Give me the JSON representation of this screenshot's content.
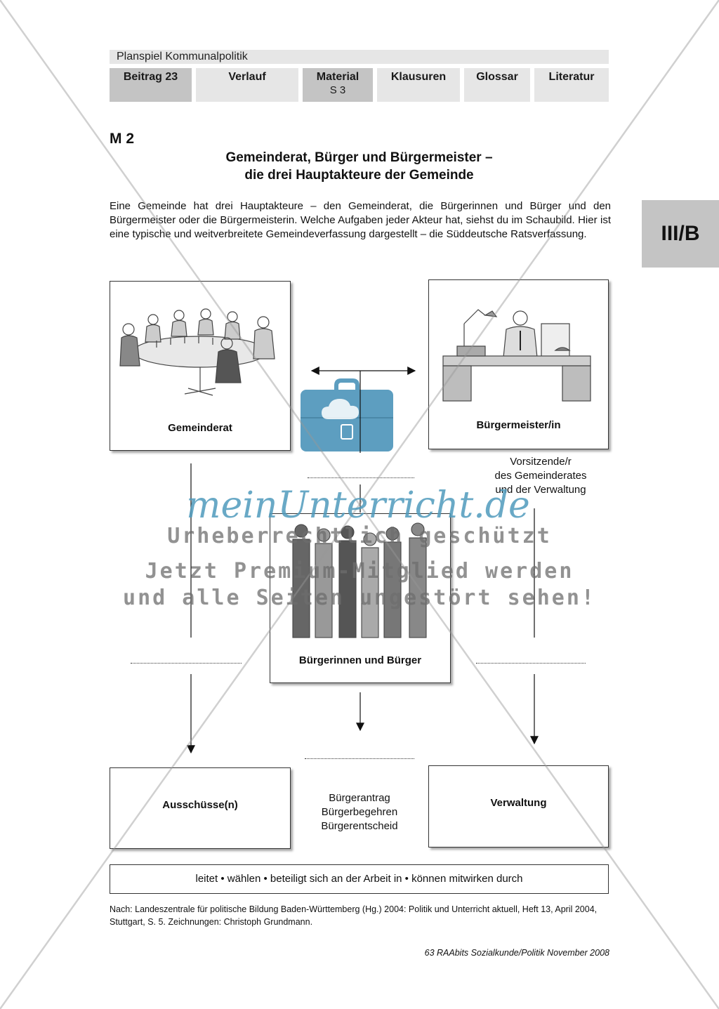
{
  "header": {
    "doc_title": "Planspiel Kommunalpolitik",
    "tabs": [
      {
        "label": "Beitrag 23",
        "sub": ""
      },
      {
        "label": "Verlauf",
        "sub": ""
      },
      {
        "label": "Material",
        "sub": "S 3"
      },
      {
        "label": "Klausuren",
        "sub": ""
      },
      {
        "label": "Glossar",
        "sub": ""
      },
      {
        "label": "Literatur",
        "sub": ""
      }
    ],
    "side_tab": "III/B"
  },
  "material": {
    "code": "M 2",
    "heading_line1": "Gemeinderat, Bürger und Bürgermeister –",
    "heading_line2": "die drei Hauptakteure der Gemeinde",
    "intro": "Eine Gemeinde hat drei Hauptakteure – den Gemeinderat, die Bürgerinnen und Bürger und den Bürgermeister oder die Bürgermeisterin. Welche Aufgaben jeder Akteur hat, siehst du im Schaubild. Hier ist eine typische und weitverbreitete Gemeindeverfassung dargestellt – die Süddeutsche Ratsverfassung."
  },
  "diagram": {
    "gemeinderat": "Gemeinderat",
    "buergermeister": "Bürgermeister/in",
    "buergermeister_note": [
      "Vorsitzende/r",
      "des Gemeinderates",
      "und der Verwaltung"
    ],
    "buerger": "Bürgerinnen und Bürger",
    "ausschuesse": "Ausschüsse(n)",
    "verwaltung": "Verwaltung",
    "buerger_instruments": [
      "Bürgerantrag",
      "Bürgerbegehren",
      "Bürgerentscheid"
    ]
  },
  "legend": "leitet • wählen • beteiligt sich an der Arbeit in • können mitwirken durch",
  "source": "Nach: Landeszentrale für politische Bildung Baden-Württemberg (Hg.) 2004: Politik und Unterricht aktuell, Heft 13, April 2004, Stuttgart, S. 5. Zeichnungen: Christoph Grundmann.",
  "footer": "63 RAAbits Sozialkunde/Politik November 2008",
  "watermark": {
    "brand": "meinUnterricht.de",
    "line1": "Urheberrechtlich geschützt",
    "line2": "Jetzt Premium-Mitglied werden",
    "line3": "und alle Seiten ungestört sehen!"
  },
  "colors": {
    "tab_dark": "#c4c4c4",
    "tab_light": "#e6e6e6",
    "briefcase": "#5d9ec0",
    "watermark_brand": "#4f9bbd"
  }
}
